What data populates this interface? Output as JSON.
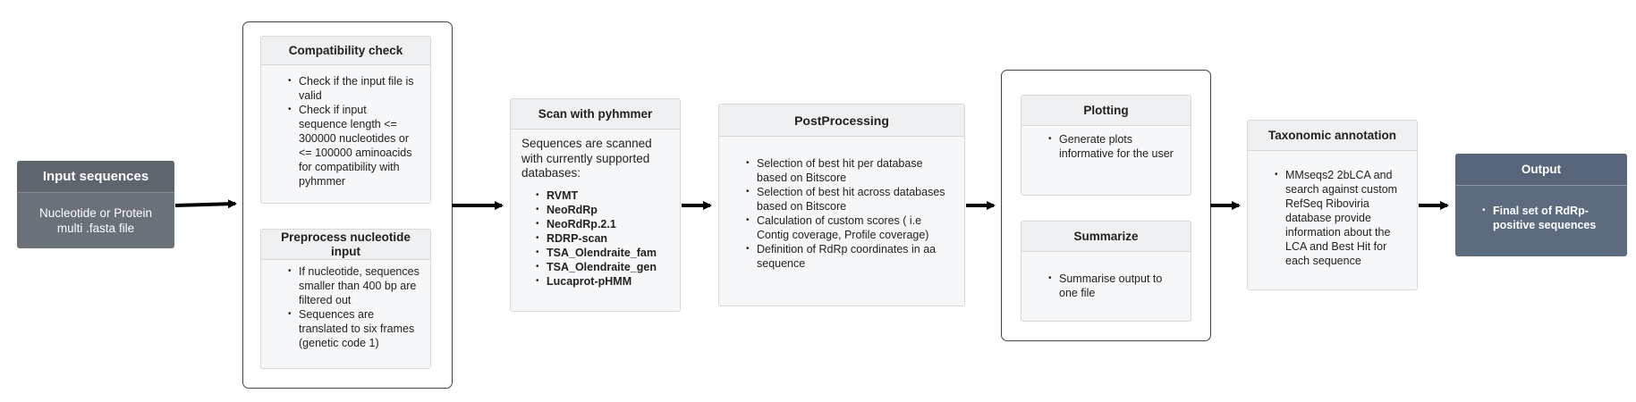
{
  "input": {
    "title": "Input sequences",
    "body": "Nucleotide or Protein multi .fasta file"
  },
  "compat": {
    "title": "Compatibility check",
    "items": [
      "Check if the input file is valid",
      "Check if input sequence length <= 300000 nucleotides or <= 100000 aminoacids for compatibility with pyhmmer"
    ]
  },
  "preprocess": {
    "title": "Preprocess nucleotide input",
    "items": [
      "If nucleotide, sequences smaller than 400 bp are filtered out",
      "Sequences are translated to six frames (genetic code 1)"
    ]
  },
  "scan": {
    "title": "Scan with pyhmmer",
    "intro": "Sequences are scanned with currently supported databases:",
    "databases": [
      "RVMT",
      "NeoRdRp",
      "NeoRdRp.2.1",
      "RDRP-scan",
      "TSA_Olendraite_fam",
      "TSA_Olendraite_gen",
      "Lucaprot-pHMM"
    ]
  },
  "post": {
    "title": "PostProcessing",
    "items": [
      "Selection of best hit per database based on Bitscore",
      "Selection of best hit across databases based on Bitscore",
      "Calculation of custom scores ( i.e Contig coverage, Profile coverage)",
      "Definition of RdRp coordinates in aa sequence"
    ]
  },
  "plotting": {
    "title": "Plotting",
    "items": [
      "Generate plots informative for the user"
    ]
  },
  "summarize": {
    "title": "Summarize",
    "items": [
      "Summarise output to one file"
    ]
  },
  "taxonomy": {
    "title": "Taxonomic annotation",
    "items": [
      "MMseqs2 2bLCA and search against custom RefSeq Riboviria database provide information about the LCA and Best Hit for each sequence"
    ]
  },
  "output": {
    "title": "Output",
    "items": [
      "Final set of RdRp-positive sequences"
    ]
  },
  "colors": {
    "input_fill": "#6b7178",
    "output_fill": "#5c6b7e",
    "arrow": "#000000"
  }
}
